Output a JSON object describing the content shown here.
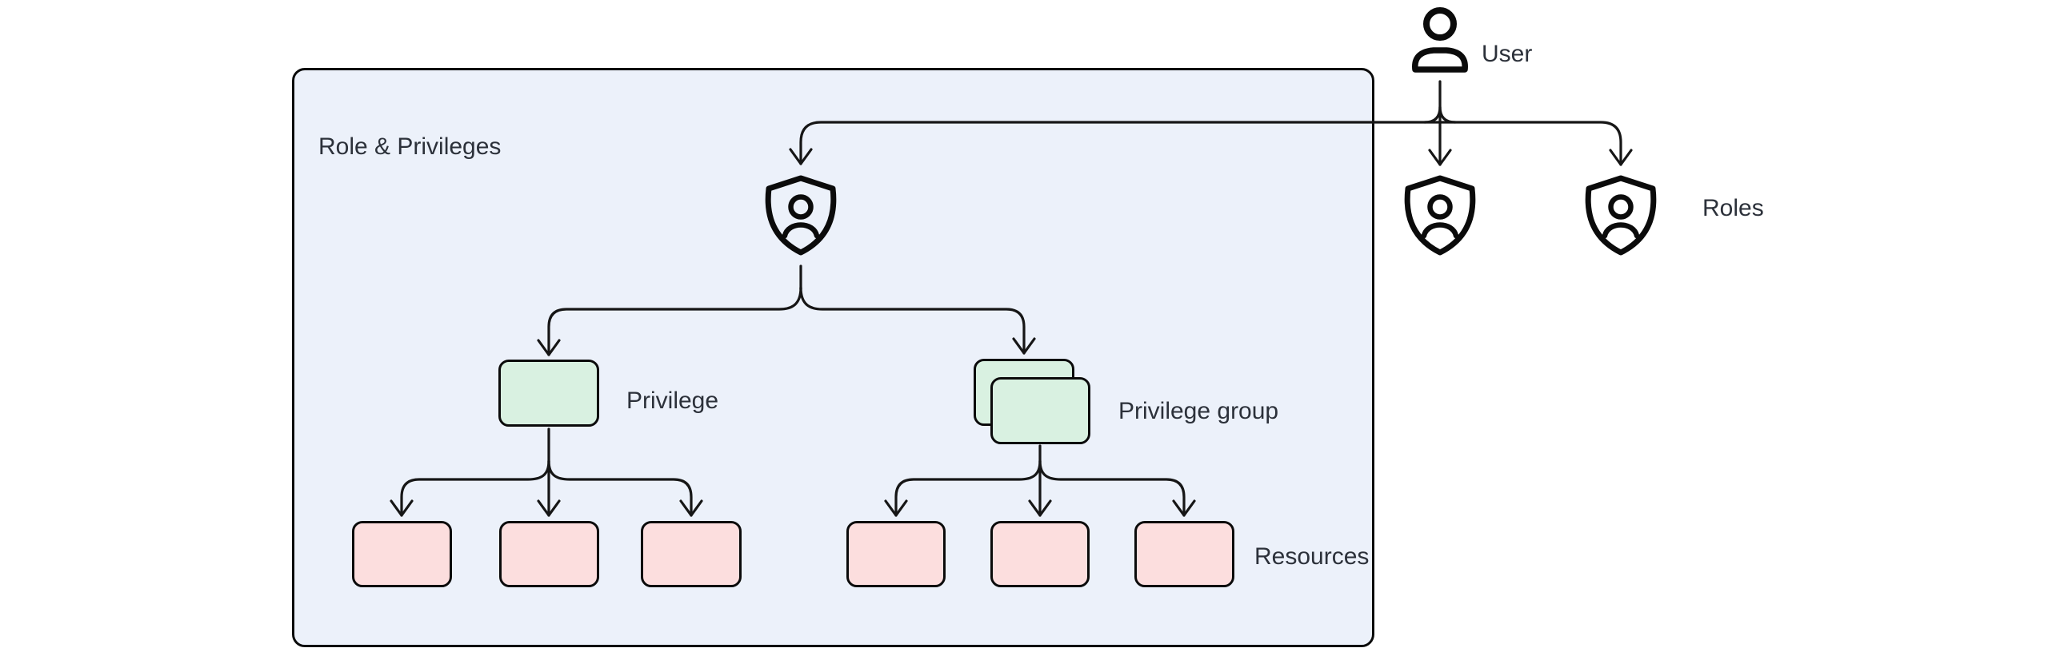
{
  "diagram": {
    "container_label": "Role & Privileges",
    "labels": {
      "user": "User",
      "roles": "Roles",
      "privilege": "Privilege",
      "privilege_group": "Privilege group",
      "resources": "Resources"
    },
    "icons": {
      "user_icon": "person-bust-outline",
      "role_icon": "shield-with-person-outline"
    },
    "nodes": {
      "role_shields_outside": 2,
      "role_shield_inside_container": 1,
      "privilege_boxes": 1,
      "privilege_group_stack": 2,
      "resource_boxes": 6
    },
    "colors": {
      "canvas_bg": "#ffffff",
      "container_fill": "#ecf1fa",
      "privilege_fill": "#d9f1e1",
      "resource_fill": "#fcdede",
      "node_stroke": "#0b0b0b",
      "line": "#161616",
      "text": "#2c313a"
    }
  }
}
